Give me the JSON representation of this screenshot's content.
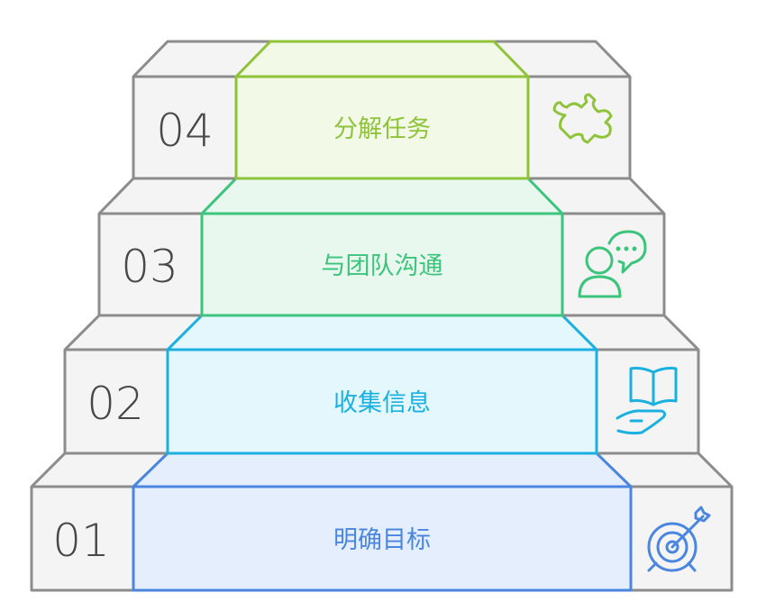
{
  "steps": [
    {
      "number": "01",
      "label": "明确目标",
      "icon": "target-icon",
      "color": "#4a86e0",
      "fill": "#e5eefc"
    },
    {
      "number": "02",
      "label": "收集信息",
      "icon": "book-hand-icon",
      "color": "#1ab0e0",
      "fill": "#e3f7fd"
    },
    {
      "number": "03",
      "label": "与团队沟通",
      "icon": "person-chat-icon",
      "color": "#3cc47c",
      "fill": "#e8f8ef"
    },
    {
      "number": "04",
      "label": "分解任务",
      "icon": "puzzle-icon",
      "color": "#8fc33a",
      "fill": "#f2f9e6"
    }
  ]
}
